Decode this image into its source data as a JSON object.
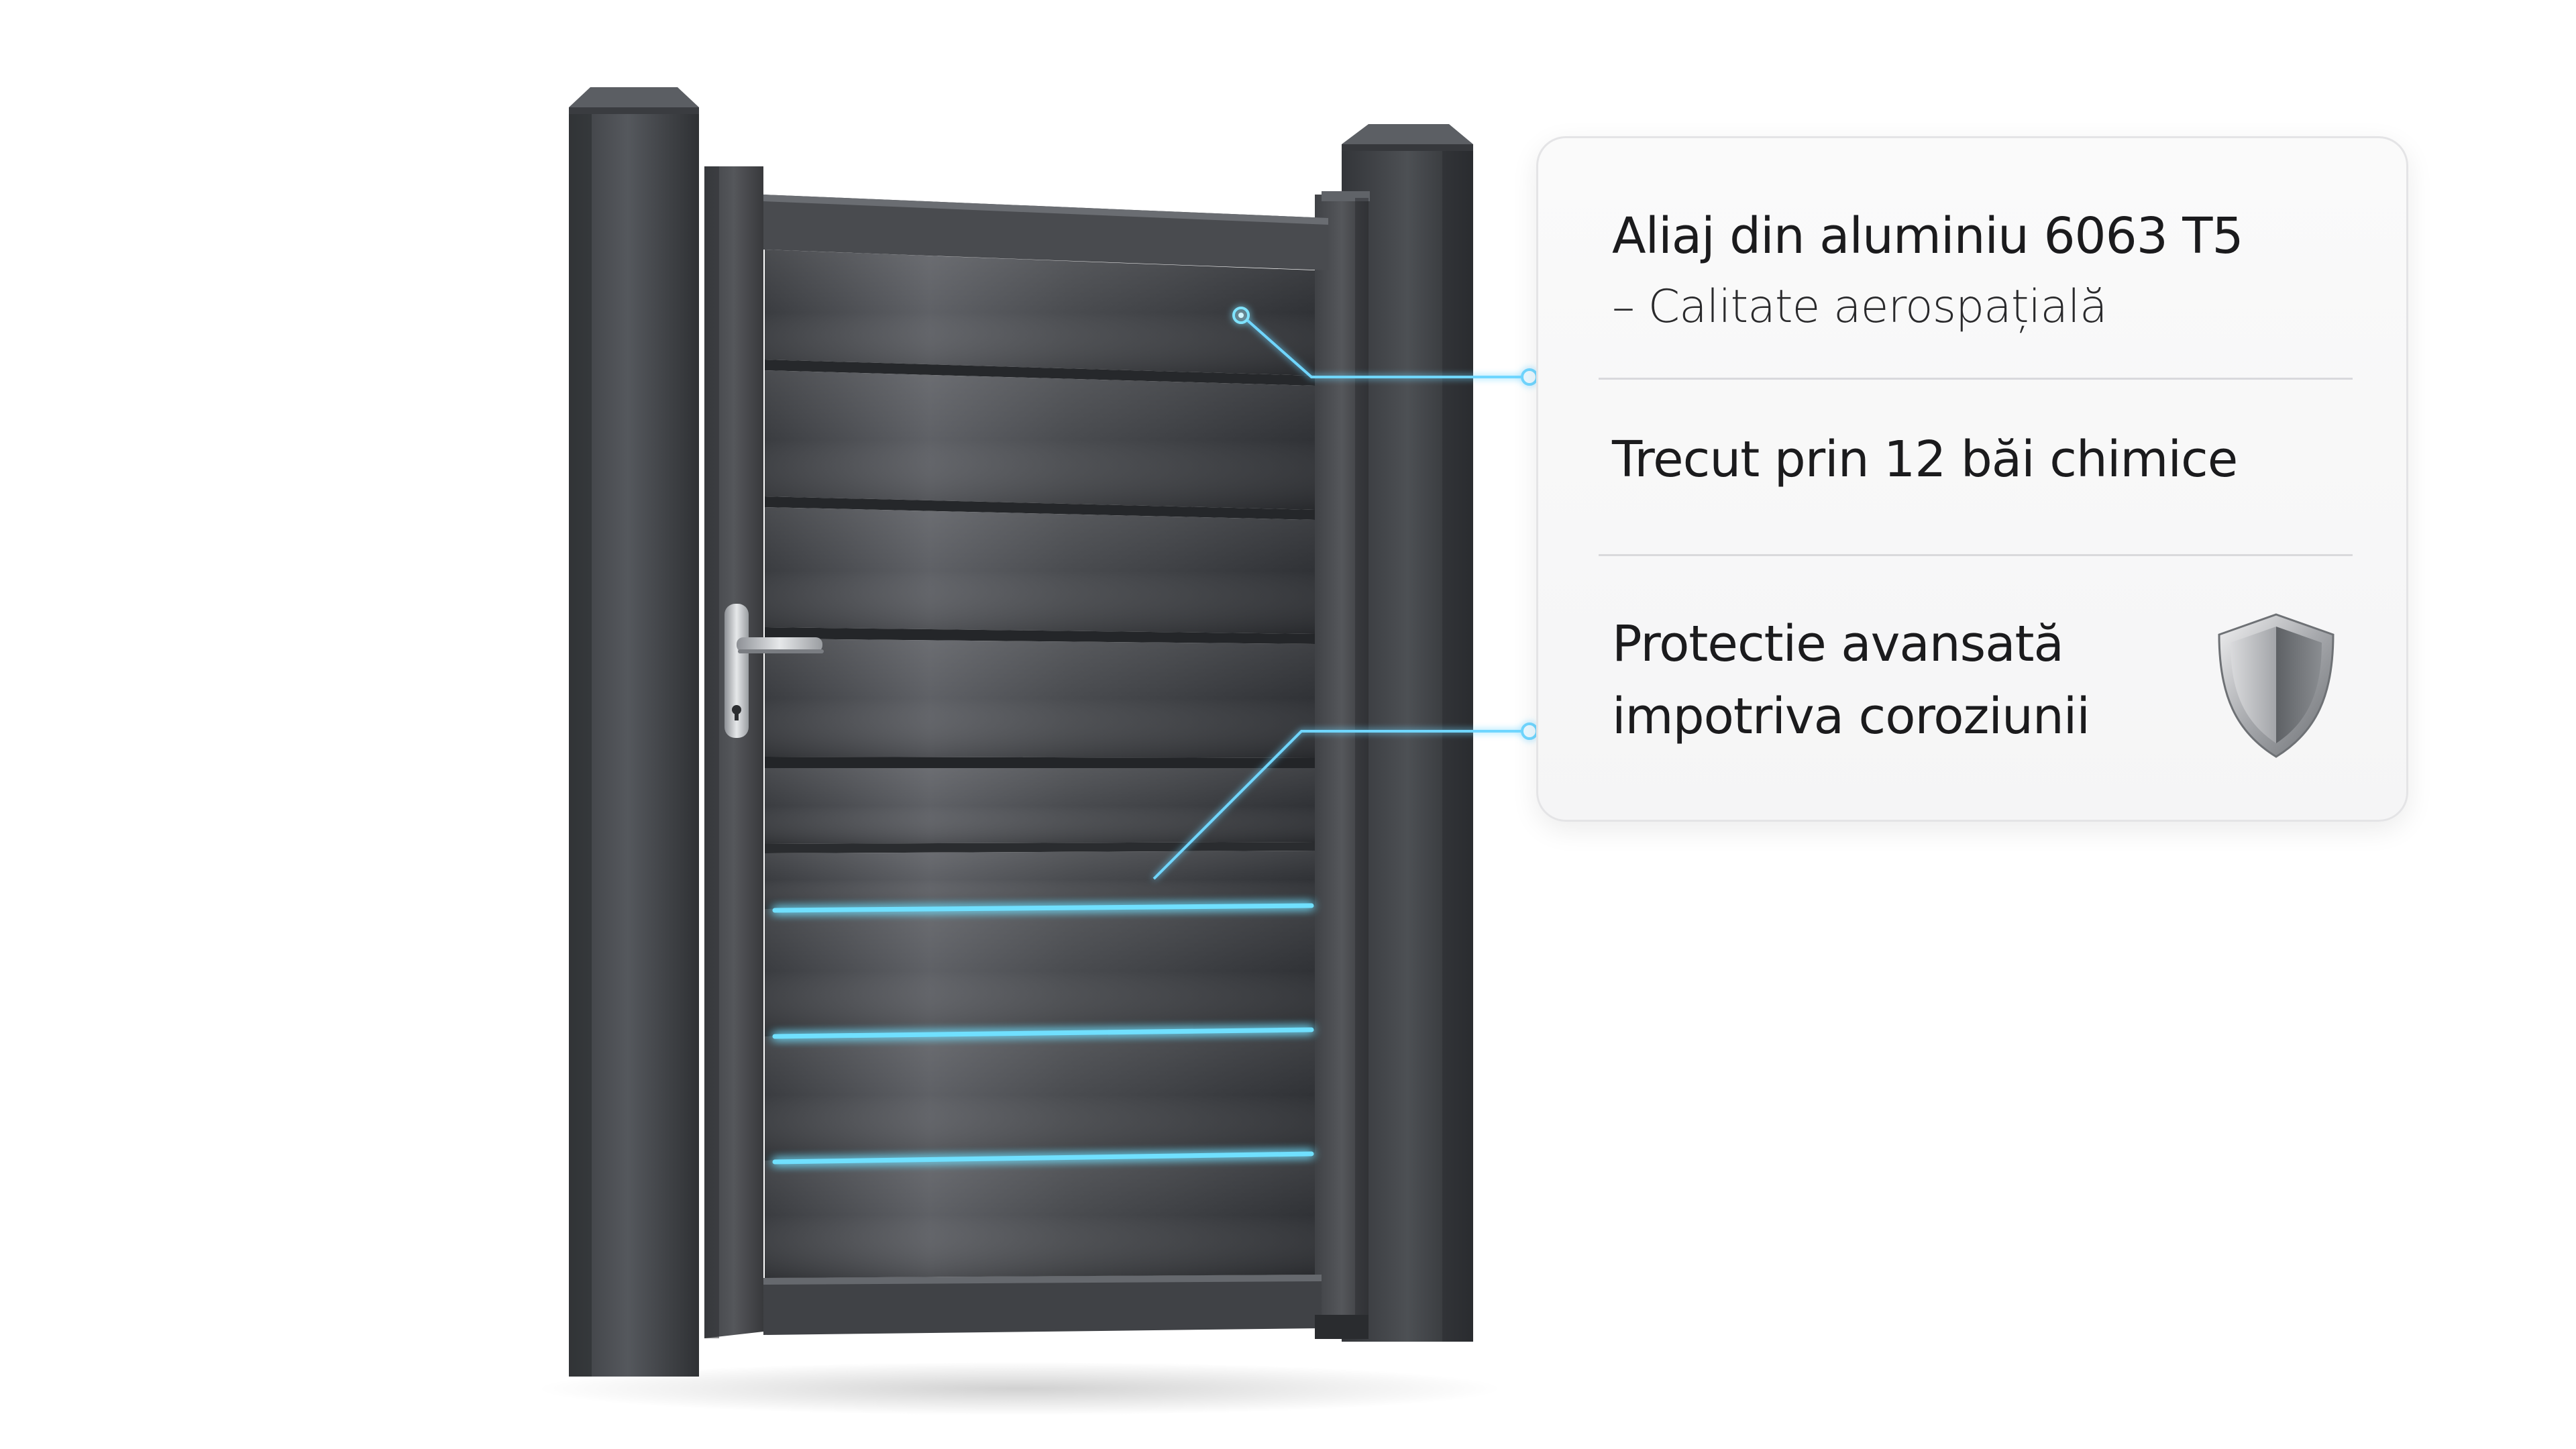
{
  "features": [
    {
      "title": "Aliaj din aluminiu 6063 T5",
      "subtitle": "– Calitate aerospațială"
    },
    {
      "title": "Trecut prin 12 băi chimice"
    },
    {
      "title_line1": "Protectie avansată",
      "title_line2": "impotriva coroziunii",
      "icon": "shield-icon"
    }
  ],
  "colors": {
    "gate_dark": "#2e3033",
    "gate_mid": "#4a4c50",
    "glow": "#5fd8ff",
    "card_bg": "#f7f7f8"
  }
}
